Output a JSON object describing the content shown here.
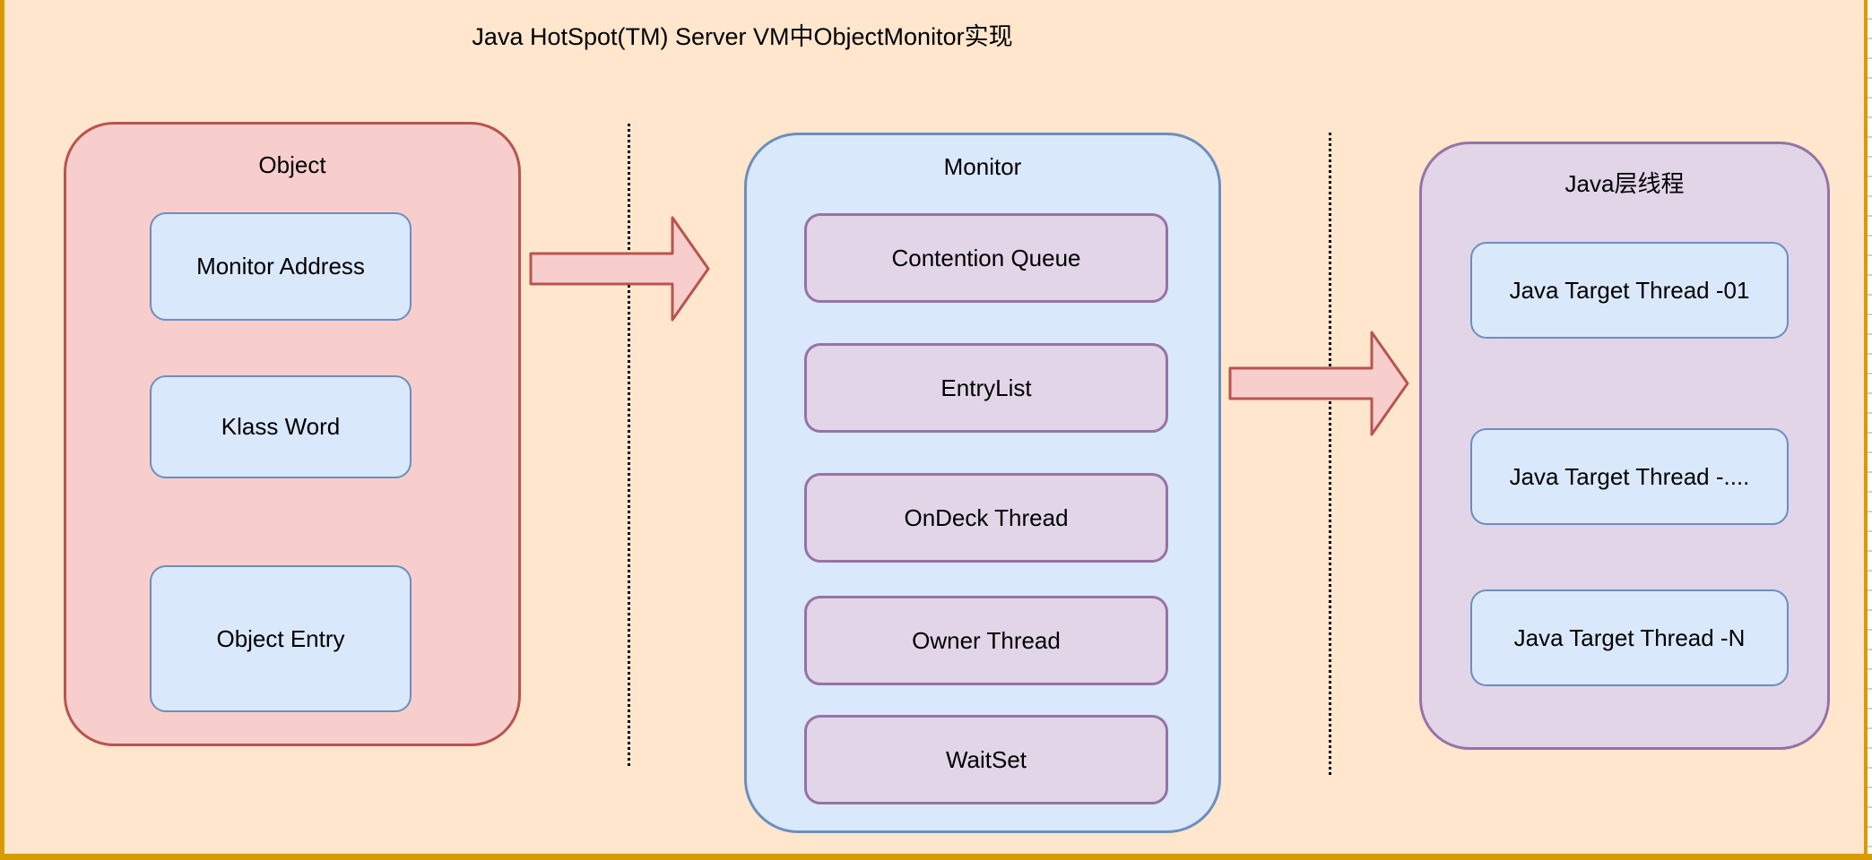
{
  "title": "Java HotSpot(TM) Server VM中ObjectMonitor实现",
  "colors": {
    "canvas-bg": "#ffe6cc",
    "frame": "#d79b00",
    "pink-fill": "#f8cecc",
    "pink-stroke": "#b85450",
    "blue-fill": "#dae8fc",
    "blue-stroke": "#6c8ebf",
    "purple-fill": "#e1d5e7",
    "purple-stroke": "#9673a6",
    "text": "#000000"
  },
  "groups": {
    "object": {
      "label": "Object",
      "items": [
        "Monitor Address",
        "Klass Word",
        "Object Entry"
      ]
    },
    "monitor": {
      "label": "Monitor",
      "items": [
        "Contention Queue",
        "EntryList",
        "OnDeck Thread",
        "Owner Thread",
        "WaitSet"
      ]
    },
    "java_threads": {
      "label": "Java层线程",
      "items": [
        "Java Target Thread -01",
        "Java Target Thread -....",
        "Java Target Thread -N"
      ]
    }
  }
}
